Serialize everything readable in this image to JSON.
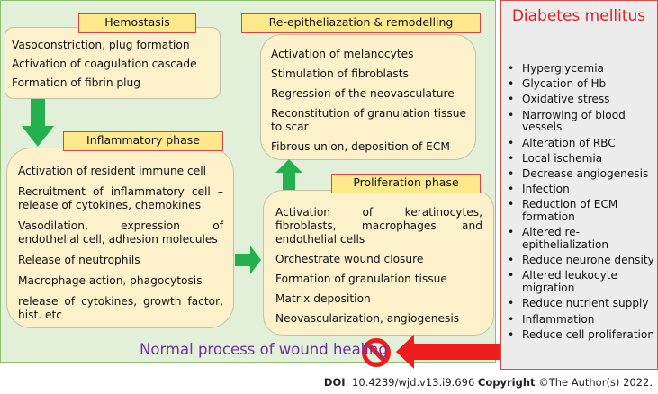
{
  "hemostasis": {
    "title": "Hemostasis",
    "items": [
      "Vasoconstriction, plug formation",
      "Activation of coagulation cascade",
      "Formation of fibrin plug"
    ]
  },
  "inflammatory": {
    "title": "Inflammatory phase",
    "items": [
      "Activation of resident immune cell",
      "Recruitment of inflammatory cell –",
      "release of cytokines, chemokines",
      "Vasodilation, expression of",
      "endothelial cell, adhesion molecules",
      "Release of neutrophils",
      "Macrophage action, phagocytosis",
      "release of cytokines, growth factor,",
      "hist. etc"
    ]
  },
  "reepithelialization": {
    "title": "Re-epitheliazation & remodelling",
    "items": [
      "Activation of melanocytes",
      "Stimulation of fibroblasts",
      "Regression of the neovasculature",
      "Reconstitution of granulation tissue",
      "to scar",
      "Fibrous union, deposition of ECM"
    ]
  },
  "proliferation": {
    "title": "Proliferation phase",
    "items": [
      "Activation of keratinocytes,",
      "fibroblasts, macrophages and",
      "endothelial cells",
      "Orchestrate wound closure",
      "Formation of granulation tissue",
      "Matrix deposition",
      "Neovascularization, angiogenesis"
    ]
  },
  "normal_label": "Normal process of wound healing",
  "diabetes": {
    "title": "Diabetes mellitus",
    "items": [
      "Hyperglycemia",
      "Glycation of Hb",
      "Oxidative stress",
      "Narrowing of blood vessels",
      "Alteration of RBC",
      "Local ischemia",
      "Decrease angiogenesis",
      "Infection",
      "Reduction of ECM formation",
      "Altered re-epithelialization",
      "Reduce neurone density",
      "Altered leukocyte migration",
      "Reduce nutrient supply",
      "Inflammation",
      "Reduce cell proliferation"
    ]
  },
  "footer": {
    "doi_label": "DOI",
    "doi_value": ": 10.4239/wjd.v13.i9.696",
    "copyright_label": "Copyright",
    "copyright_value": "©The Author(s) 2022."
  },
  "colors": {
    "green_arrow": "#22b14c",
    "red_arrow": "#ee1c1c",
    "orange_arrow": "#f58233",
    "accent_red": "#e02020",
    "purple": "#7030a0"
  }
}
